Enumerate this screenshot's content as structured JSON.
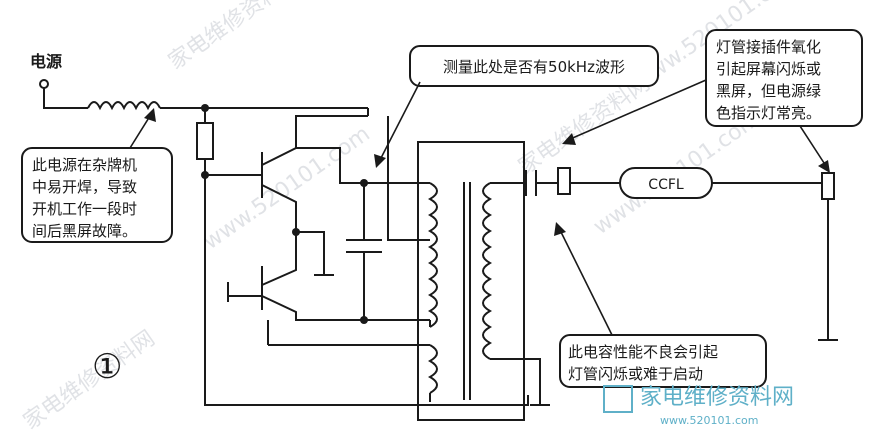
{
  "labels": {
    "power_source": "电源",
    "ccfl": "CCFL",
    "figure_number": "①"
  },
  "callouts": {
    "measure": "测量此处是否有50kHz波形",
    "solder_lines": [
      "此电源在杂牌机",
      "中易开焊，导致",
      "开机工作一段时",
      "间后黑屏故障。"
    ],
    "connector_lines": [
      "灯管接插件氧化",
      "引起屏幕闪烁或",
      "黑屏，但电源绿",
      "色指示灯常亮。"
    ],
    "capacitor_lines": [
      "此电容性能不良会引起",
      "灯管闪烁或难于启动"
    ]
  },
  "watermarks": {
    "repeat_cn": "家电维修资料网",
    "repeat_url": "www.520101.com",
    "brand_cn": "家电维修资料网",
    "brand_url": "www.520101.com"
  }
}
